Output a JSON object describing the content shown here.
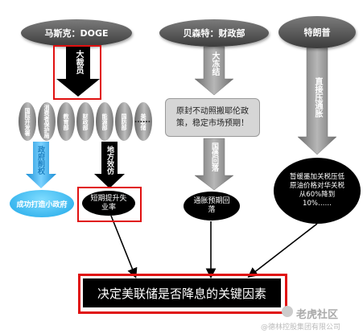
{
  "nodes": {
    "musk": "马斯克：DOGE",
    "bessent": "贝森特：财政部",
    "trump": "特朗普"
  },
  "labels": {
    "layoffs": "大裁员",
    "freeze": "大冻结",
    "direct_pressure": "直接压通胀",
    "cut_govt": "政府削权",
    "local_imitate": "地方效仿",
    "bond_yield": "国债回落"
  },
  "departments": [
    "国际开发署",
    "消费者保护局",
    "教育部",
    "财政部",
    "能源部",
    "国防部",
    "美联储",
    "……"
  ],
  "bessent_box": "原封不动照搬耶伦政策，稳定市场预期！",
  "outcomes": {
    "small_govt": "成功打造小政府",
    "unemployment": "短期提升失业率",
    "deflation": "通胀预期回落",
    "tariffs": "暂缓墨加关税压低原油价格对华关税从60%降到10%……"
  },
  "conclusion": "决定美联储是否降息的关键因素",
  "watermark": {
    "brand": "老虎社区",
    "sub": "@德林控股集团有限公司"
  },
  "colors": {
    "red_highlight": "#e01010",
    "blue_outcome": "#1ea7e8",
    "gray_node": "#4f4f4f"
  }
}
